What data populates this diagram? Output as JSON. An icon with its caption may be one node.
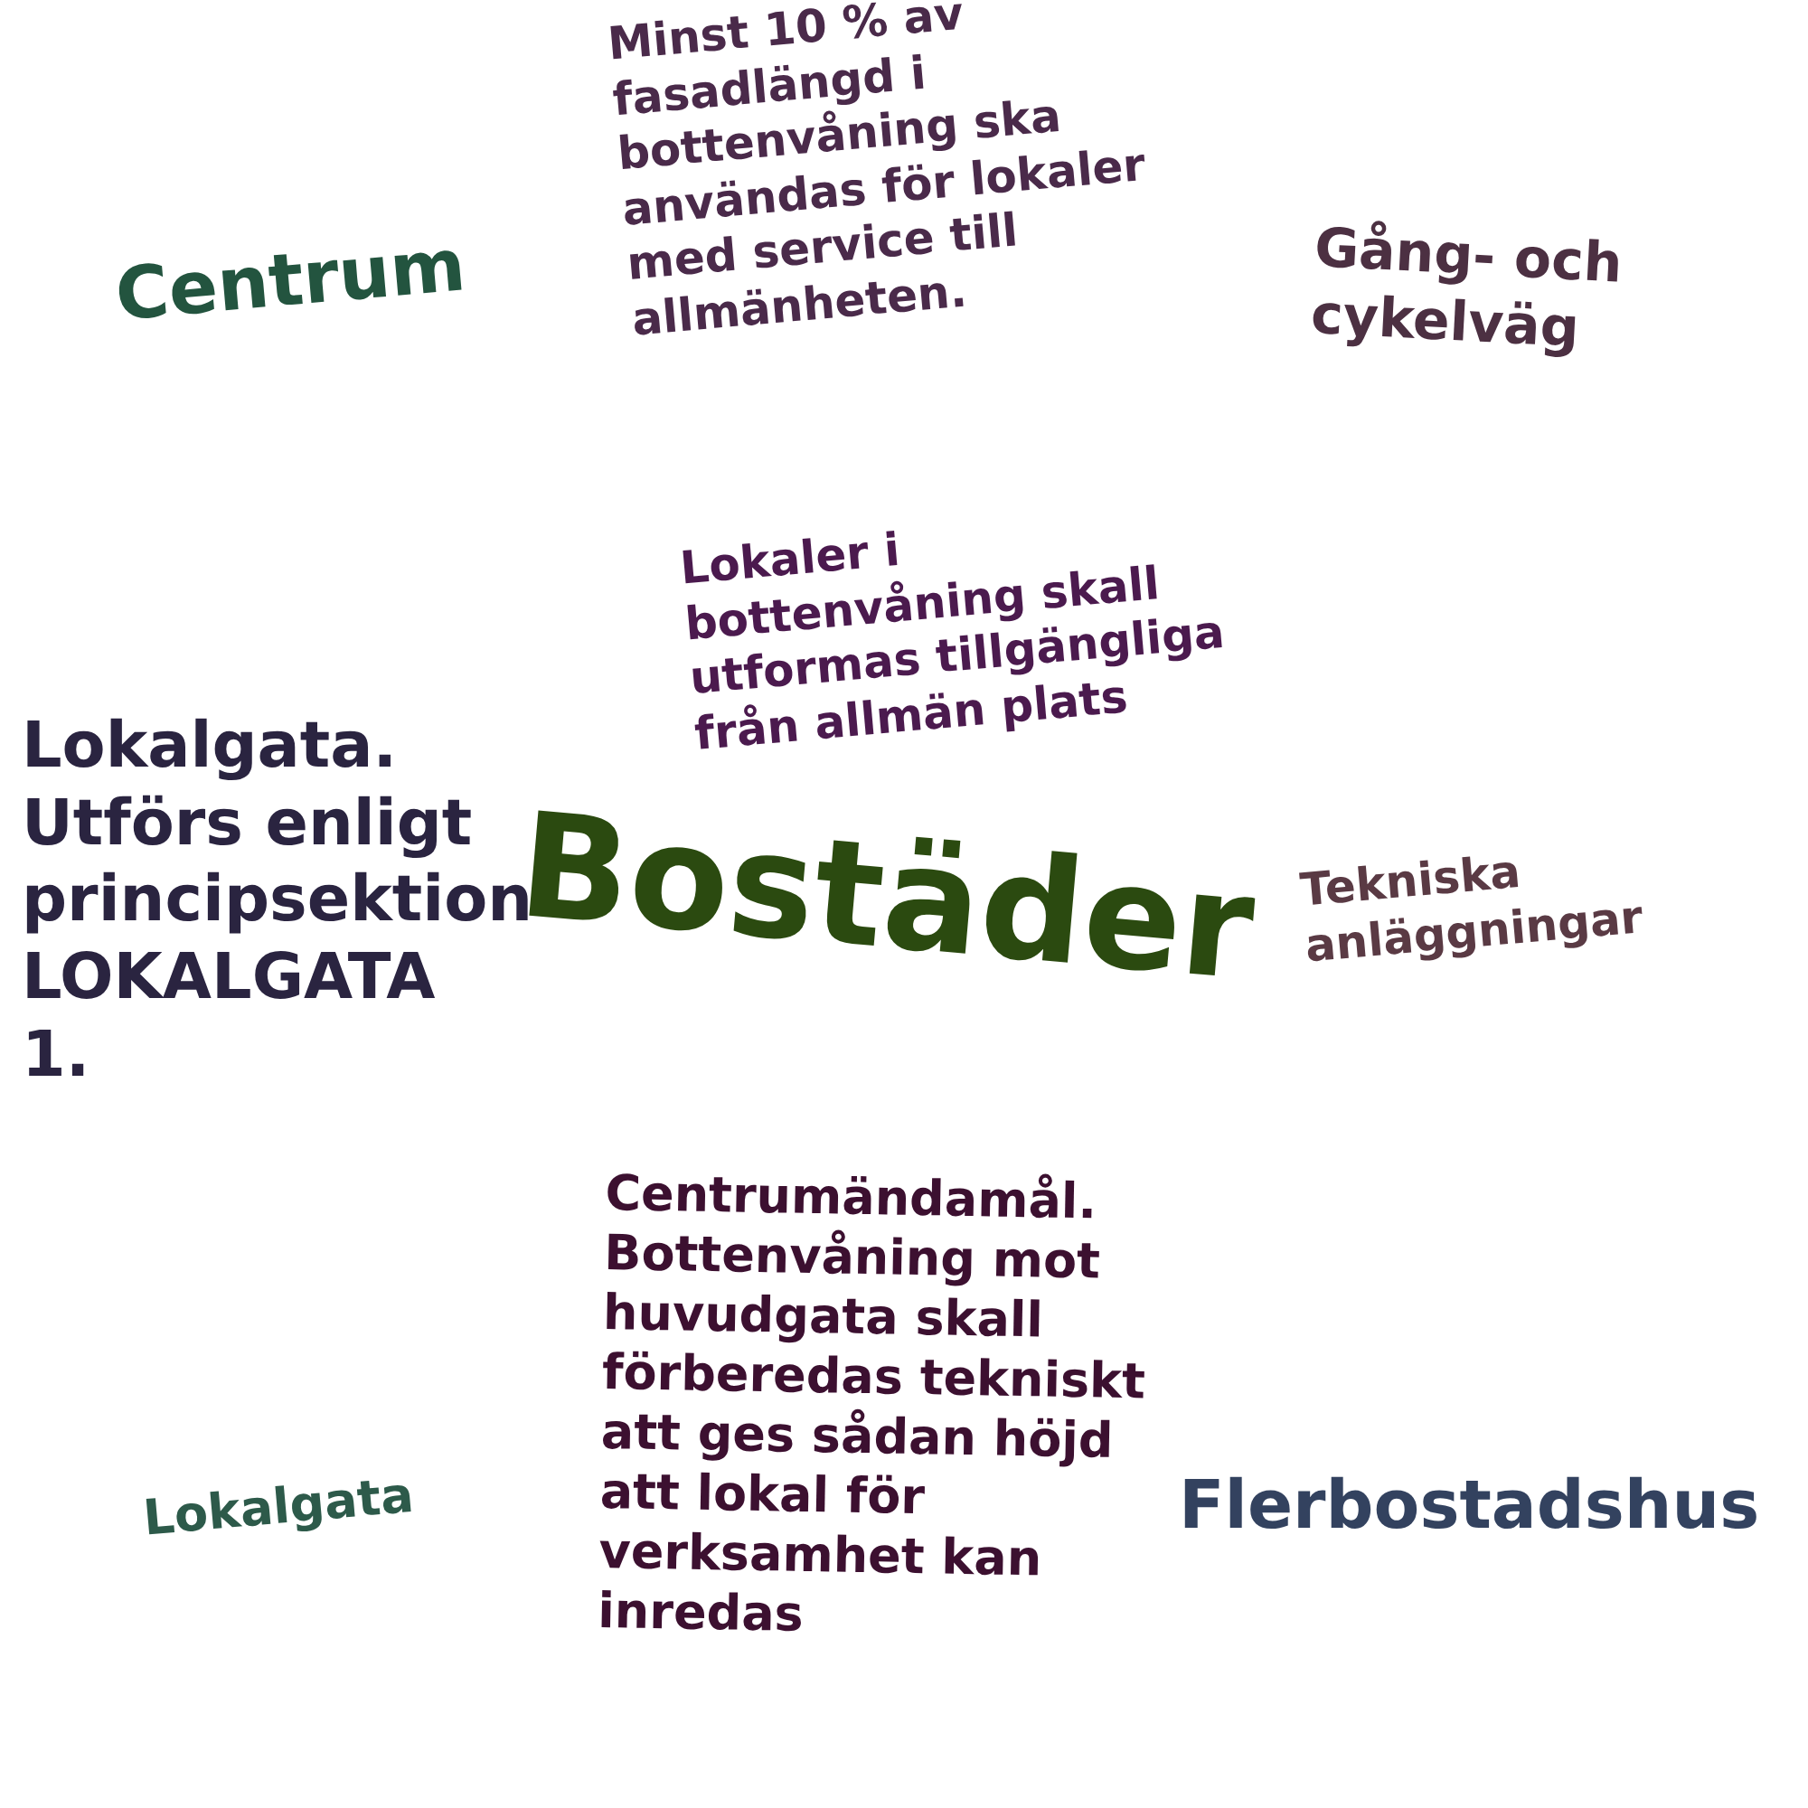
{
  "diagram": {
    "labels": [
      "Minst 10 % av fasadlängd i bottenvåning ska användas för lokaler med service till allmänheten.",
      "Centrum",
      "Gång- och cykelväg",
      "Lokaler i bottenvåning skall utformas tillgängliga från allmän plats",
      "Lokalgata. Utförs enligt principsektion LOKALGATA 1.",
      "Bostäder",
      "Tekniska anläggningar",
      "Centrumändamål. Bottenvåning mot huvudgata skall förberedas tekniskt att ges sådan höjd att lokal för verksamhet kan inredas",
      "Flerbostadshus",
      "Lokalgata"
    ]
  }
}
